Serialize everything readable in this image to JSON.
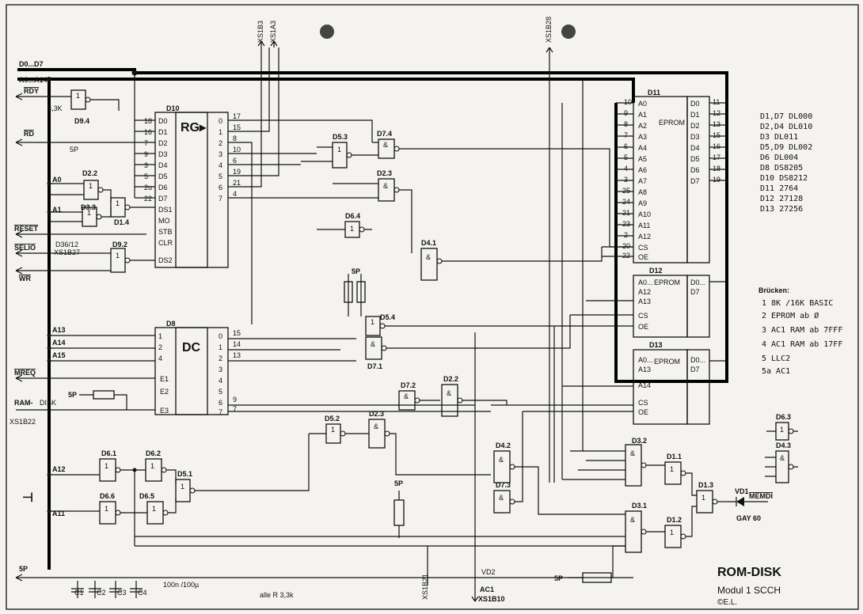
{
  "signals": {
    "data_bus": "D0...D7",
    "addr_bus": "A0...A14",
    "rdy": "RDY",
    "rd": "RD",
    "reset": "RESET",
    "selio": "SELIO",
    "xs1b27": "XS1B27",
    "wr": "WR",
    "a13": "A13",
    "a14": "A14",
    "a15": "A15",
    "mreq": "MREQ",
    "ramdisk": "RAM-",
    "ramdisk2": "DISK",
    "xs1b22": "XS1B22",
    "a12": "A12",
    "a11": "A11",
    "a0": "A0",
    "a1": "A1",
    "sp_bottom": "5P",
    "xs1b3": "XS1B3",
    "xs1a3": "XS1A3",
    "xs1b28": "XS1B28",
    "xs1b21": "XS1B21",
    "vd2": "VD2",
    "ac1": "AC1",
    "xs1b10": "XS1B10",
    "memdi": "MEMDI",
    "sp": "5P",
    "d36": "D36/12"
  },
  "chips": {
    "d10": "D10",
    "rg": "RG▸",
    "d8": "D8",
    "dc": "DC",
    "d11": "D11",
    "d12": "D12",
    "d13": "D13",
    "eprom": "EPROM",
    "d94": "D9.4",
    "d92": "D9.2",
    "d52": "D5.2",
    "d22": "D2.2",
    "d23": "D2.3",
    "d53": "D5.3",
    "d74": "D7.4",
    "d23b": "D2.3",
    "d64": "D6.4",
    "d41": "D4.1",
    "d54": "D5.4",
    "d71": "D7.1",
    "d72": "D7.2",
    "d61": "D6.1",
    "d62": "D6.2",
    "d51": "D5.1",
    "d66": "D6.6",
    "d65": "D6.5",
    "d42": "D4.2",
    "d73": "D7.3",
    "d32": "D3.2",
    "d31": "D3.1",
    "d11g": "D1.1",
    "d12g": "D1.2",
    "d13g": "D1.3",
    "d63": "D6.3",
    "d43": "D4.3",
    "d33": "D3.3",
    "d14": "D1.4",
    "vd1": "VD1",
    "gay60": "GAY 60"
  },
  "d10_inputs": [
    "D0",
    "D1",
    "D2",
    "D3",
    "D4",
    "D5",
    "D6",
    "D7",
    "DS1",
    "MO",
    "STB",
    "CLR",
    "DS2"
  ],
  "d10_in_pins": [
    "18",
    "16",
    "7",
    "9",
    "3",
    "5",
    "2u",
    "22"
  ],
  "d10_outputs": [
    "0",
    "1",
    "2",
    "3",
    "4",
    "5",
    "6",
    "7"
  ],
  "d10_out_pins": [
    "17",
    "15",
    "8",
    "10",
    "6",
    "19",
    "21",
    "4"
  ],
  "d8_outputs": [
    "0",
    "1",
    "2",
    "3",
    "4",
    "5",
    "6",
    "7"
  ],
  "d8_out_pins": [
    "15",
    "14",
    "13",
    "",
    "",
    "",
    "9",
    "7"
  ],
  "d8_inputs": [
    "1",
    "2",
    "4",
    "E1",
    "E2",
    "E3"
  ],
  "d11_addr": [
    "A0",
    "A1",
    "A2",
    "A3",
    "A4",
    "A5",
    "A6",
    "A7",
    "A8",
    "A9",
    "A10",
    "A11",
    "A12",
    "CS",
    "OE"
  ],
  "d11_addr_pins": [
    "10",
    "9",
    "8",
    "7",
    "6",
    "5",
    "4",
    "3",
    "25",
    "24",
    "21",
    "23",
    "2",
    "20",
    "22"
  ],
  "d11_data": [
    "D0",
    "D1",
    "D2",
    "D3",
    "D4",
    "D5",
    "D6",
    "D7"
  ],
  "d11_data_pins": [
    "11",
    "12",
    "13",
    "15",
    "16",
    "17",
    "18",
    "19"
  ],
  "d12_pins": [
    "A0...",
    "A12",
    "A13",
    "CS",
    "OE",
    "D0...",
    "D7"
  ],
  "d13_pins": [
    "A0...",
    "A13",
    "A14",
    "CS",
    "OE",
    "D0...",
    "D7"
  ],
  "legend": [
    "D1,D7 DL000",
    "D2,D4 DL010",
    "D3    DL011",
    "D5,D9 DL002",
    "D6    DL004",
    "D8    DS8205",
    "D10   DS8212",
    "D11   2764",
    "D12   27128",
    "D13   27256"
  ],
  "bruecken": {
    "title": "Brücken:",
    "items": [
      "1 8K /16K BASIC",
      "2 EPROM ab Ø",
      "3 AC1 RAM ab 7FFF",
      "4 AC1 RAM ab 17FF",
      "5 LLC2",
      "5a AC1"
    ]
  },
  "misc": {
    "caps": [
      "C1",
      "C2",
      "C3",
      "C4"
    ],
    "cap_values": "100n /100µ",
    "resistors": "alle R 3,3k",
    "r33k": "3,3K"
  },
  "title_block": {
    "title": "ROM-DISK",
    "subtitle": "Modul 1 SCCH",
    "author": "©E.L."
  }
}
